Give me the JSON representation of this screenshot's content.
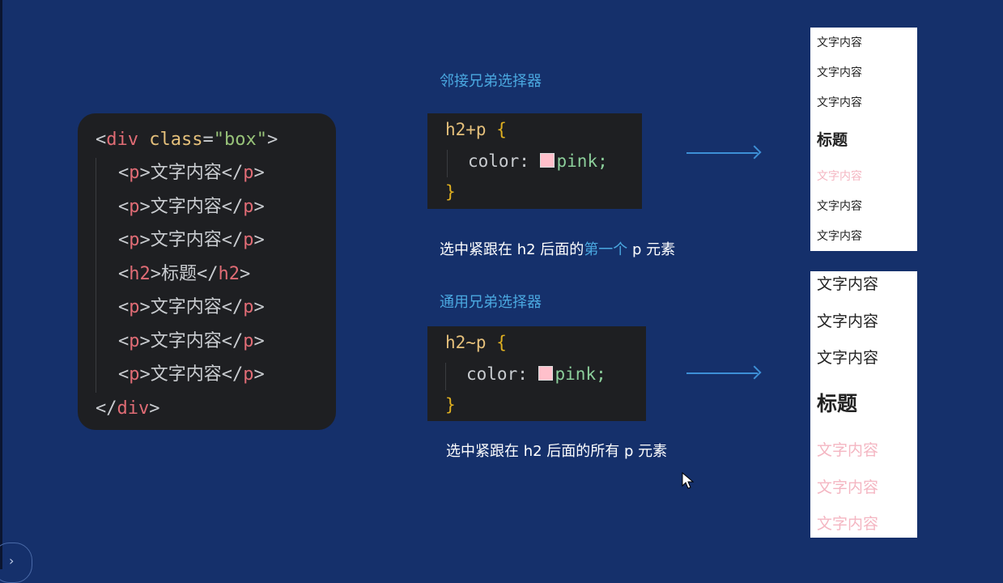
{
  "code_main": {
    "line0": {
      "open": "<",
      "tag": "div",
      "sp": " ",
      "attr": "class",
      "eq": "=",
      "str": "\"box\"",
      "close": ">"
    },
    "p_text": "文字内容",
    "h2_text": "标题",
    "tag_p": "p",
    "tag_h2": "h2",
    "tag_div": "div",
    "lt": "<",
    "gt": ">",
    "lts": "</"
  },
  "adjacent": {
    "label": "邻接兄弟选择器",
    "selector": "h2+p",
    "brace_open": "{",
    "brace_close": "}",
    "property": "color: ",
    "value": "pink;",
    "desc_a": "选中紧跟在 h2 后面的",
    "desc_hl": "第一个",
    "desc_b": " p 元素"
  },
  "general": {
    "label": "通用兄弟选择器",
    "selector": "h2~p",
    "brace_open": "{",
    "brace_close": "}",
    "property": "color: ",
    "value": "pink;",
    "desc": "选中紧跟在 h2 后面的所有 p 元素"
  },
  "preview1": [
    "文字内容",
    "文字内容",
    "文字内容",
    "标题",
    "文字内容",
    "文字内容",
    "文字内容"
  ],
  "preview2": [
    "文字内容",
    "文字内容",
    "文字内容",
    "标题",
    "文字内容",
    "文字内容",
    "文字内容"
  ],
  "colors": {
    "background": "#15306b",
    "accent": "#4aa8e0",
    "pink": "#ffc0cb"
  },
  "icons": {
    "side": "chevron-right-icon"
  },
  "side_glyph": "›"
}
